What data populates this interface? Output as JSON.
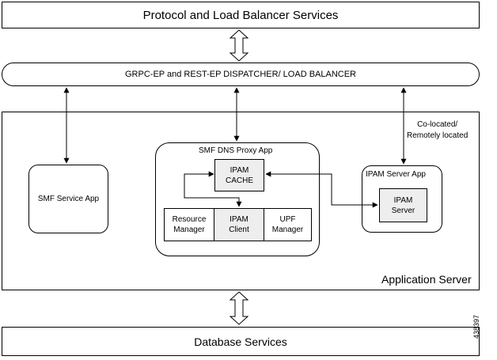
{
  "diagram": {
    "protocol_services": "Protocol and Load Balancer Services",
    "dispatcher": "GRPC-EP and REST-EP DISPATCHER/ LOAD BALANCER",
    "app_server_label": "Application Server",
    "smf_service_app": "SMF Service App",
    "smf_dns_proxy_app": "SMF DNS Proxy App",
    "ipam_cache": "IPAM\nCACHE",
    "resource_manager": "Resource\nManager",
    "ipam_client": "IPAM\nClient",
    "upf_manager": "UPF\nManager",
    "ipam_server_app": "IPAM Server App",
    "ipam_server": "IPAM\nServer",
    "colocated_note": "Co-located/\nRemotely located",
    "database_services": "Database Services",
    "figure_id": "438397"
  }
}
